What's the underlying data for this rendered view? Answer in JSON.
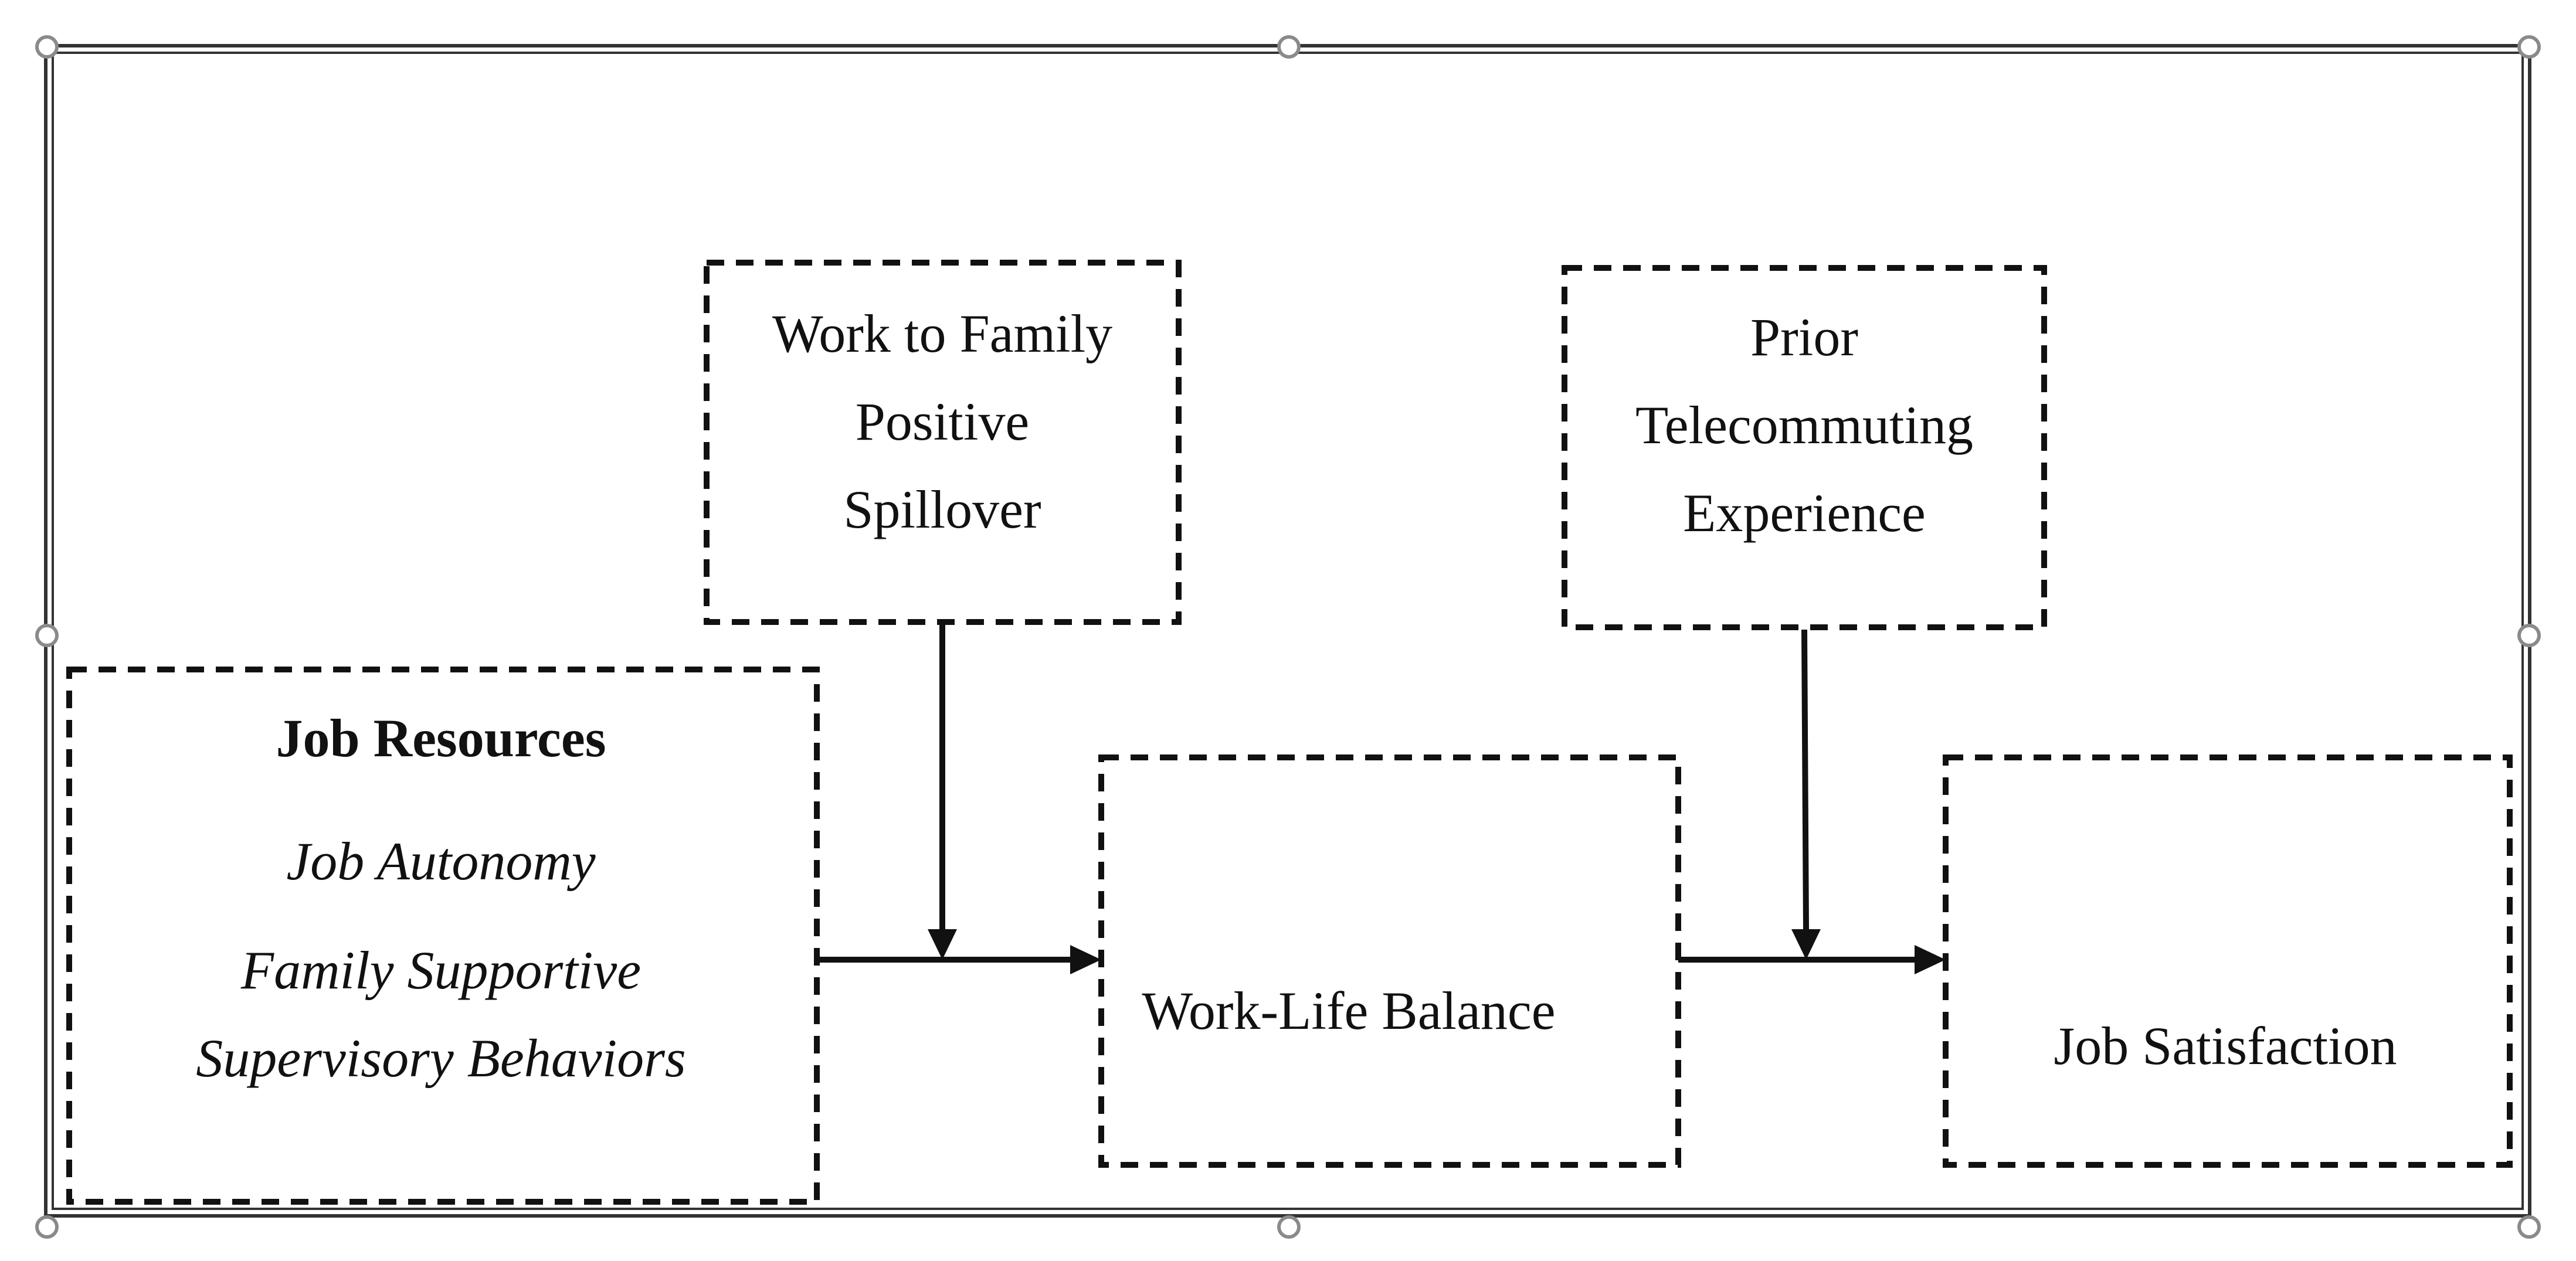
{
  "diagram": {
    "nodes": {
      "job_resources": {
        "title": "Job Resources",
        "item_1": "Job Autonomy",
        "item_2_line_1": "Family Supportive",
        "item_2_line_2": "Supervisory Behaviors"
      },
      "work_to_family": {
        "line_1": "Work to Family",
        "line_2": "Positive",
        "line_3": "Spillover"
      },
      "work_life_balance": {
        "label": "Work-Life Balance"
      },
      "prior_telecommuting": {
        "line_1": "Prior",
        "line_2": "Telecommuting",
        "line_3": "Experience"
      },
      "job_satisfaction": {
        "label": "Job Satisfaction"
      }
    },
    "edges": [
      {
        "from": "job_resources",
        "to": "work_life_balance",
        "type": "direct-effect"
      },
      {
        "from": "work_to_family",
        "to": "job_resources -> work_life_balance",
        "type": "moderation"
      },
      {
        "from": "work_life_balance",
        "to": "job_satisfaction",
        "type": "direct-effect"
      },
      {
        "from": "prior_telecommuting",
        "to": "work_life_balance -> job_satisfaction",
        "type": "moderation"
      }
    ],
    "colors": {
      "stroke": "#111111",
      "handle": "#8a8a8a",
      "background": "#ffffff"
    }
  }
}
